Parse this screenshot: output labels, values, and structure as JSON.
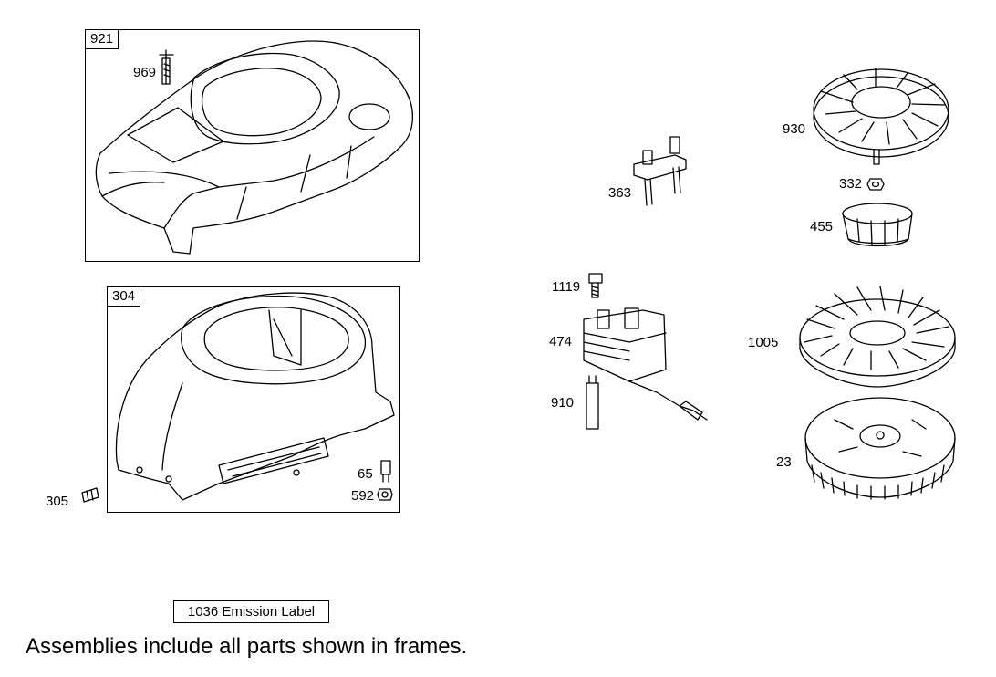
{
  "frames": {
    "blower_housing": {
      "tag": "921"
    },
    "air_guide": {
      "tag": "304"
    }
  },
  "callouts": {
    "c969": "969",
    "c305": "305",
    "c65": "65",
    "c592": "592",
    "c363": "363",
    "c1119": "1119",
    "c474": "474",
    "c910": "910",
    "c930": "930",
    "c332": "332",
    "c455": "455",
    "c1005": "1005",
    "c23": "23"
  },
  "emission_label": "1036 Emission Label",
  "caption": "Assemblies include all parts shown in frames."
}
